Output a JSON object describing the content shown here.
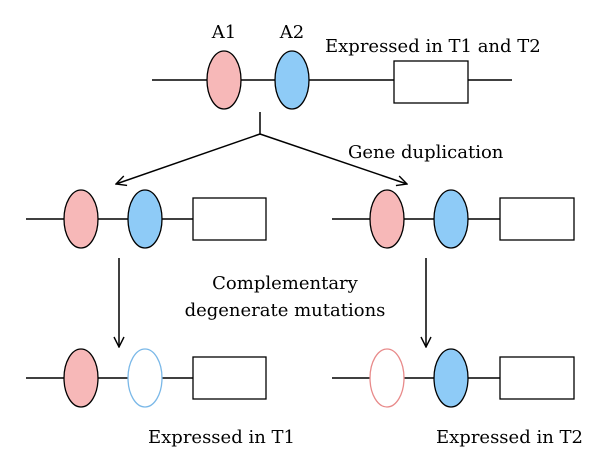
{
  "colors": {
    "a1_fill": "#f7b8b8",
    "a2_fill": "#8ecbf7",
    "a1_outline_degenerate": "#e88a8a",
    "a2_outline_degenerate": "#7ab8e8",
    "line": "#000000",
    "background": "#ffffff"
  },
  "top_gene": {
    "element_a1_label": "A1",
    "element_a2_label": "A2",
    "expression_label": "Expressed in T1 and T2"
  },
  "duplication_label": "Gene duplication",
  "mutation_label": {
    "line1": "Complementary",
    "line2": "degenerate mutations"
  },
  "bottom_left_label": "Expressed in T1",
  "bottom_right_label": "Expressed in T2"
}
